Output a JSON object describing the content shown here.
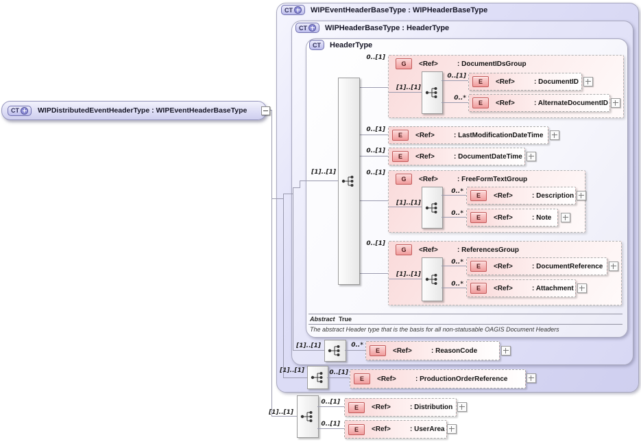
{
  "labels": {
    "ref": "<Ref>"
  },
  "colors": {
    "container_fill": "#dcdcf6",
    "group_fill": "#fadada",
    "element_fill": "#f9d5d5",
    "ct_badge_fill": "#bcbcec",
    "e_badge_fill": "#f09c9c",
    "connector": "#9a9aae"
  },
  "root": {
    "badge": "CT",
    "title": "WIPDistributedEventHeaderType : WIPEventHeaderBaseType"
  },
  "outer": {
    "badge": "CT",
    "title": "WIPEventHeaderBaseType : WIPHeaderBaseType"
  },
  "mid": {
    "badge": "CT",
    "title": "WIPHeaderBaseType : HeaderType"
  },
  "header": {
    "badge": "CT",
    "title": "HeaderType",
    "seq_card": "[1]..[1]",
    "abstract_label": "Abstract",
    "abstract_value": "True",
    "note": "The abstract Header type that is the basis for all non-statusable OAGIS Document Headers"
  },
  "doc_ids_group": {
    "card": "0..[1]",
    "badge": "G",
    "name": ": DocumentIDsGroup",
    "seq_card": "[1]..[1]",
    "children": [
      {
        "card": "0..[1]",
        "badge": "E",
        "name": ": DocumentID"
      },
      {
        "card": "0..*",
        "badge": "E",
        "name": ": AlternateDocumentID"
      }
    ]
  },
  "last_modification": {
    "card": "0..[1]",
    "badge": "E",
    "name": ": LastModificationDateTime"
  },
  "document_date": {
    "card": "0..[1]",
    "badge": "E",
    "name": ": DocumentDateTime"
  },
  "free_form_group": {
    "card": "0..[1]",
    "badge": "G",
    "name": ": FreeFormTextGroup",
    "seq_card": "[1]..[1]",
    "children": [
      {
        "card": "0..*",
        "badge": "E",
        "name": ": Description"
      },
      {
        "card": "0..*",
        "badge": "E",
        "name": ": Note"
      }
    ]
  },
  "references_group": {
    "card": "0..[1]",
    "badge": "G",
    "name": ": ReferencesGroup",
    "seq_card": "[1]..[1]",
    "children": [
      {
        "card": "0..*",
        "badge": "E",
        "name": ": DocumentReference"
      },
      {
        "card": "0..*",
        "badge": "E",
        "name": ": Attachment"
      }
    ]
  },
  "reason_code": {
    "seq_card": "[1]..[1]",
    "card": "0..*",
    "badge": "E",
    "name": ": ReasonCode"
  },
  "production_order_reference": {
    "seq_card": "[1]..[1]",
    "card": "0..[1]",
    "badge": "E",
    "name": ": ProductionOrderReference"
  },
  "own_seq": {
    "seq_card": "[1]..[1]"
  },
  "distribution": {
    "card": "0..[1]",
    "badge": "E",
    "name": ": Distribution"
  },
  "user_area": {
    "card": "0..[1]",
    "badge": "E",
    "name": ": UserArea"
  }
}
